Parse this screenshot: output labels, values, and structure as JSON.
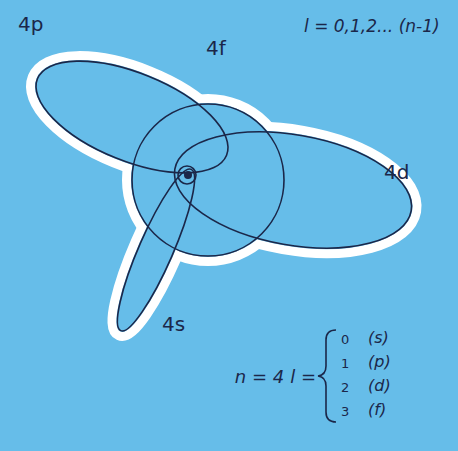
{
  "diagram": {
    "labels": [
      "4p",
      "4f",
      "l = 0,1,2... (n-1)",
      "4d",
      "4s",
      "n = 4",
      "l =",
      "0",
      "(s)",
      "1",
      "(p)",
      "2",
      "(d)",
      "3",
      "(f)"
    ]
  }
}
